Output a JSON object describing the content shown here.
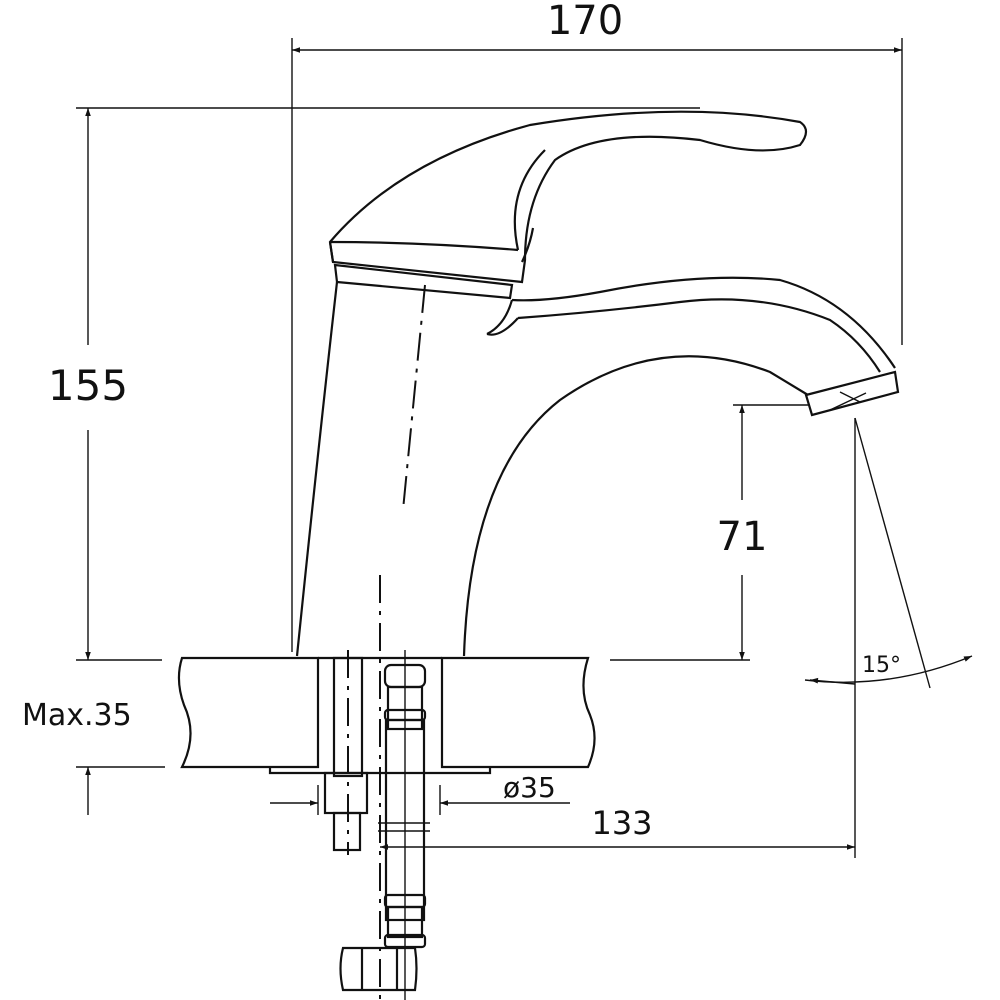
{
  "dimensions": {
    "width": "170",
    "height": "155",
    "spout_height": "71",
    "max_thickness": "Max.35",
    "hole_diameter": "ø35",
    "reach": "133",
    "angle": "15°"
  },
  "colors": {
    "line": "#111111",
    "background": "#ffffff"
  }
}
